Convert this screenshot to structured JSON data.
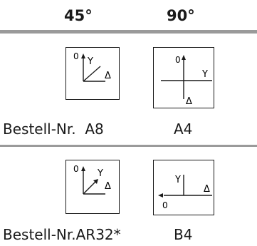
{
  "headers": {
    "angle_45": "45°",
    "angle_90": "90°"
  },
  "row1": {
    "left_diagram": {
      "axis_0": "0",
      "axis_y": "Y",
      "delta": "Δ"
    },
    "right_diagram": {
      "axis_0": "0",
      "axis_y": "Y",
      "delta": "Δ"
    },
    "left_label": "Bestell-Nr.  A8",
    "right_label": "A4"
  },
  "row2": {
    "left_diagram": {
      "axis_0": "0",
      "axis_y": "Y",
      "delta": "Δ"
    },
    "right_diagram": {
      "axis_0": "0",
      "axis_y": "Y",
      "delta": "Δ"
    },
    "left_label": "Bestell-Nr.AR32*",
    "right_label": "B4"
  }
}
